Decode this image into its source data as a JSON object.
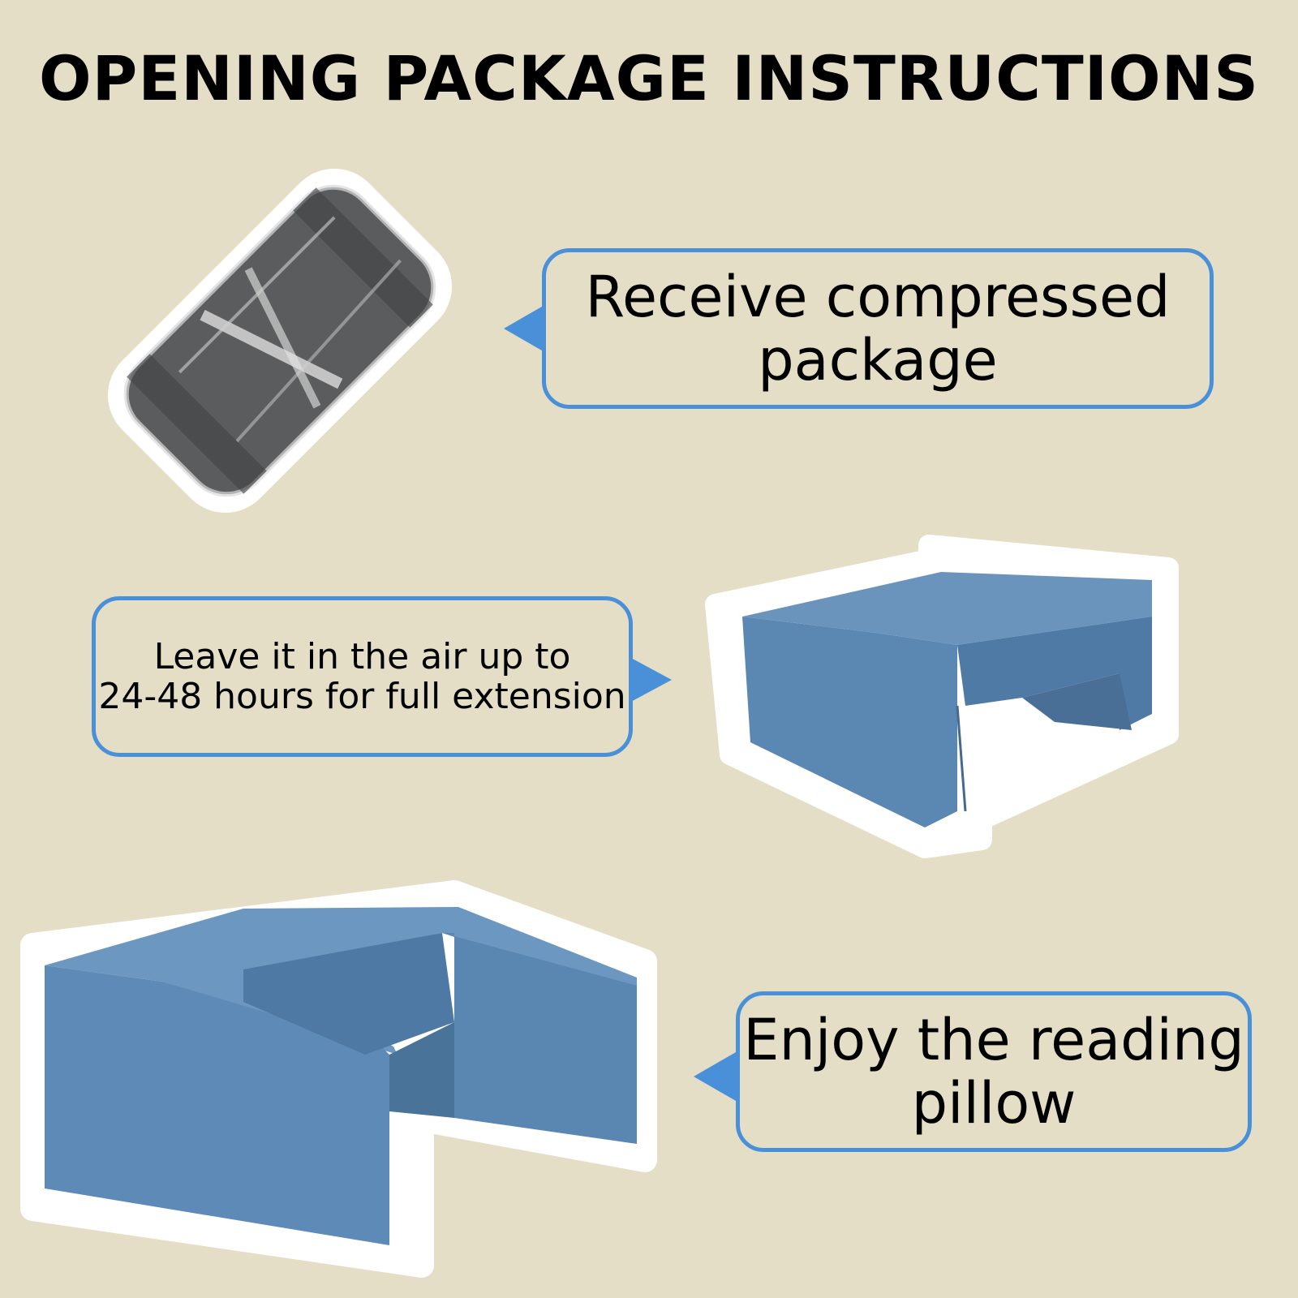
{
  "title": "OPENING PACKAGE INSTRUCTIONS",
  "steps": [
    {
      "text_line1": "Receive compressed",
      "text_line2": "package"
    },
    {
      "text_line1": "Leave it in the air up to",
      "text_line2": "24-48 hours for full extension"
    },
    {
      "text_line1": "Enjoy the reading",
      "text_line2": "pillow"
    }
  ],
  "colors": {
    "background": "#e4dec7",
    "bubble_border": "#4a90d9",
    "pillow_blue": "#5b87b3",
    "package_gray": "#4e5052"
  },
  "icons": [
    "compressed-package-icon",
    "expanding-pillow-icon",
    "reading-pillow-icon"
  ]
}
